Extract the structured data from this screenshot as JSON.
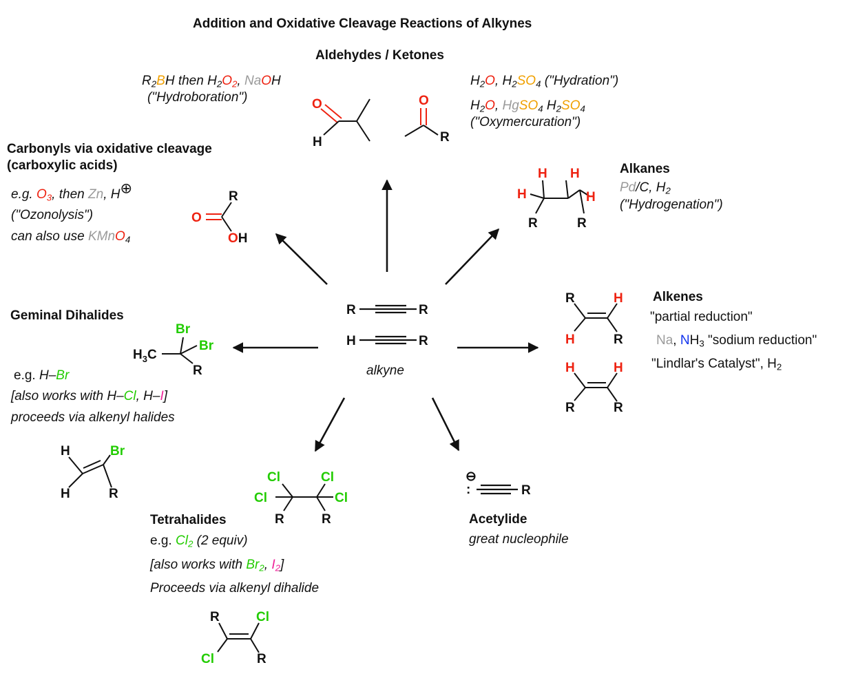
{
  "title": "Addition and Oxidative Cleavage Reactions of Alkynes",
  "colors": {
    "oxygen": "#ee2211",
    "boron_sulfur": "#f0a000",
    "metal_gray": "#9a9a9a",
    "halogen_green": "#22cc00",
    "nitrogen_blue": "#1133ee",
    "iodine_magenta": "#ee2299",
    "bond": "#111111"
  },
  "center": {
    "caption": "alkyne",
    "atom_r": "R",
    "atom_h": "H"
  },
  "aldehydes": {
    "heading": "Aldehydes / Ketones",
    "hb_r2": "R",
    "hb_2a": "2",
    "hb_b": "B",
    "hb_h_then": "H then H",
    "hb_2b": "2",
    "hb_o": "O",
    "hb_2c": "2",
    "hb_comma": ", ",
    "hb_na": "Na",
    "hb_o2": "O",
    "hb_h2": "H",
    "hb_name": "(\"Hydroboration\")",
    "hy_h": "H",
    "hy_2a": "2",
    "hy_o": "O",
    "hy_comma": ", H",
    "hy_2b": "2",
    "hy_so": "SO",
    "hy_4": "4",
    "hy_name": " (\"Hydration\")",
    "ox_h": "H",
    "ox_2a": "2",
    "ox_o": "O",
    "ox_comma": ", ",
    "ox_hg": "Hg",
    "ox_so": "SO",
    "ox_4": "4",
    "ox_h2": " H",
    "ox_2b": "2",
    "ox_so2": "SO",
    "ox_4b": "4",
    "ox_name": "(\"Oxymercuration\")",
    "mol_o": "O",
    "mol_h": "H",
    "mol_r": "R"
  },
  "carbonyls": {
    "heading1": "Carbonyls via oxidative cleavage",
    "heading2": "(carboxylic acids)",
    "eg": "e.g. ",
    "o3_o": "O",
    "o3_3": "3",
    "then": ", then ",
    "zn": "Zn",
    "h_part": ", H",
    "plus": "⊕",
    "ozonolysis": "(\"Ozonolysis\")",
    "also": "can also use ",
    "kmn": "KMn",
    "kmn_o": "O",
    "kmn_4": "4",
    "mol_r": "R",
    "mol_o": "O",
    "mol_oh_o": "O",
    "mol_oh_h": "H"
  },
  "alkanes": {
    "heading": "Alkanes",
    "pd": "Pd",
    "c": "/C, H",
    "c_2": "2",
    "name": "(\"Hydrogenation\")",
    "mol_h": "H",
    "mol_r": "R"
  },
  "alkenes": {
    "heading": "Alkenes",
    "partial": "\"partial reduction\"",
    "na": "Na",
    "comma": ", ",
    "n": "N",
    "h3": "H",
    "sub3": "3",
    "sodium": " \"sodium reduction\"",
    "lindlar": "\"Lindlar's Catalyst\", H",
    "lindlar_2": "2",
    "mol_r": "R",
    "mol_h": "H"
  },
  "geminal": {
    "heading": "Geminal Dihalides",
    "eg": "e.g.  ",
    "hbr_h": "H–",
    "hbr_br": "Br",
    "also_a": "[also works with H–",
    "also_cl": "Cl",
    "also_b": ", H–",
    "also_i": "I",
    "also_c": "]",
    "proceeds": "proceeds via alkenyl halides",
    "mol_br": "Br",
    "mol_h3c_h": "H",
    "mol_h3c_3": "3",
    "mol_h3c_c": "C",
    "mol_r": "R",
    "mol_h": "H"
  },
  "tetrahalides": {
    "heading": "Tetrahalides",
    "eg": "e.g. ",
    "cl2": "Cl",
    "cl2_2": "2",
    "equiv": " (2 equiv)",
    "also_a": "[also works with ",
    "br2": "Br",
    "br2_2": "2",
    "also_comma": ", ",
    "i2": "I",
    "i2_2": "2",
    "also_c": "]",
    "proceeds": "Proceeds via alkenyl dihalide",
    "mol_cl": "Cl",
    "mol_r": "R"
  },
  "acetylide": {
    "heading": "Acetylide",
    "sub": "great nucleophile",
    "mol_r": "R",
    "minus": "⊖",
    "lone_pair": ":"
  }
}
